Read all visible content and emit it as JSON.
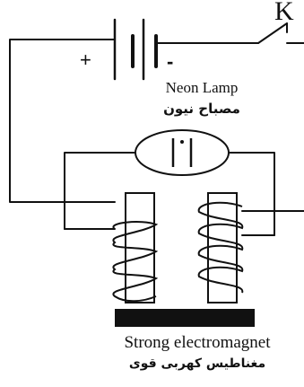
{
  "labels": {
    "switch": "K",
    "battery_positive": "+",
    "battery_negative": "-",
    "lamp_en": "Neon Lamp",
    "lamp_ar": "مصباح نيون",
    "magnet_en": "Strong electromagnet",
    "magnet_ar": "مغناطيس كهربى قوى"
  },
  "colors": {
    "line": "#111111",
    "core": "#111111",
    "background": "#ffffff"
  }
}
